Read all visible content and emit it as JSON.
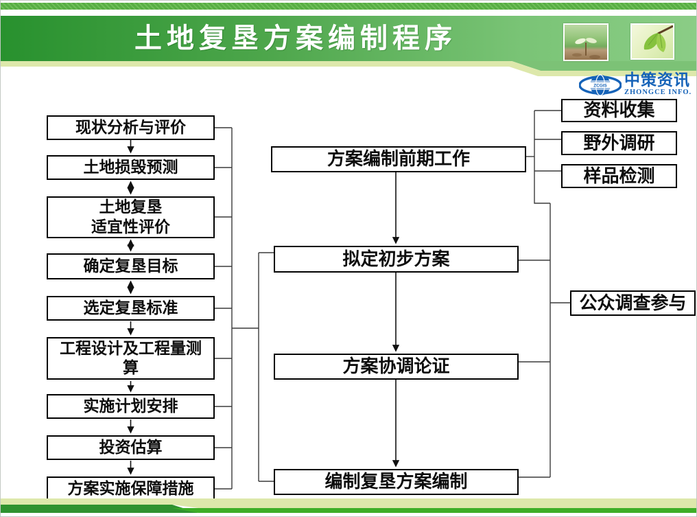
{
  "header": {
    "title": "土地复垦方案编制程序",
    "logo": {
      "zh": "中策资讯",
      "en": "ZHONGCE INFO.",
      "globe_label": "ZCGIS"
    },
    "photos": [
      "seedling-photo",
      "green-leaves-photo"
    ]
  },
  "colors": {
    "banner_green_dark": "#28912e",
    "banner_green_light": "#8bcd86",
    "stripe_pale": "#dde8ab",
    "footer_green_dark": "#2f9230",
    "footer_green_bright": "#3dae27",
    "logo_blue": "#1663b8",
    "box_border": "#000000"
  },
  "flowchart": {
    "left": [
      {
        "label": "现状分析与评价"
      },
      {
        "label": "土地损毁预测"
      },
      {
        "label": "土地复垦\n适宜性评价"
      },
      {
        "label": "确定复垦目标"
      },
      {
        "label": "选定复垦标准"
      },
      {
        "label": "工程设计及工程量测\n算"
      },
      {
        "label": "实施计划安排"
      },
      {
        "label": "投资估算"
      },
      {
        "label": "方案实施保障措施"
      }
    ],
    "middle": [
      {
        "label": "方案编制前期工作"
      },
      {
        "label": "拟定初步方案"
      },
      {
        "label": "方案协调论证"
      },
      {
        "label": "编制复垦方案编制"
      }
    ],
    "right": [
      {
        "label": "资料收集"
      },
      {
        "label": "野外调研"
      },
      {
        "label": "样品检测"
      },
      {
        "label": "公众调查参与"
      }
    ]
  }
}
